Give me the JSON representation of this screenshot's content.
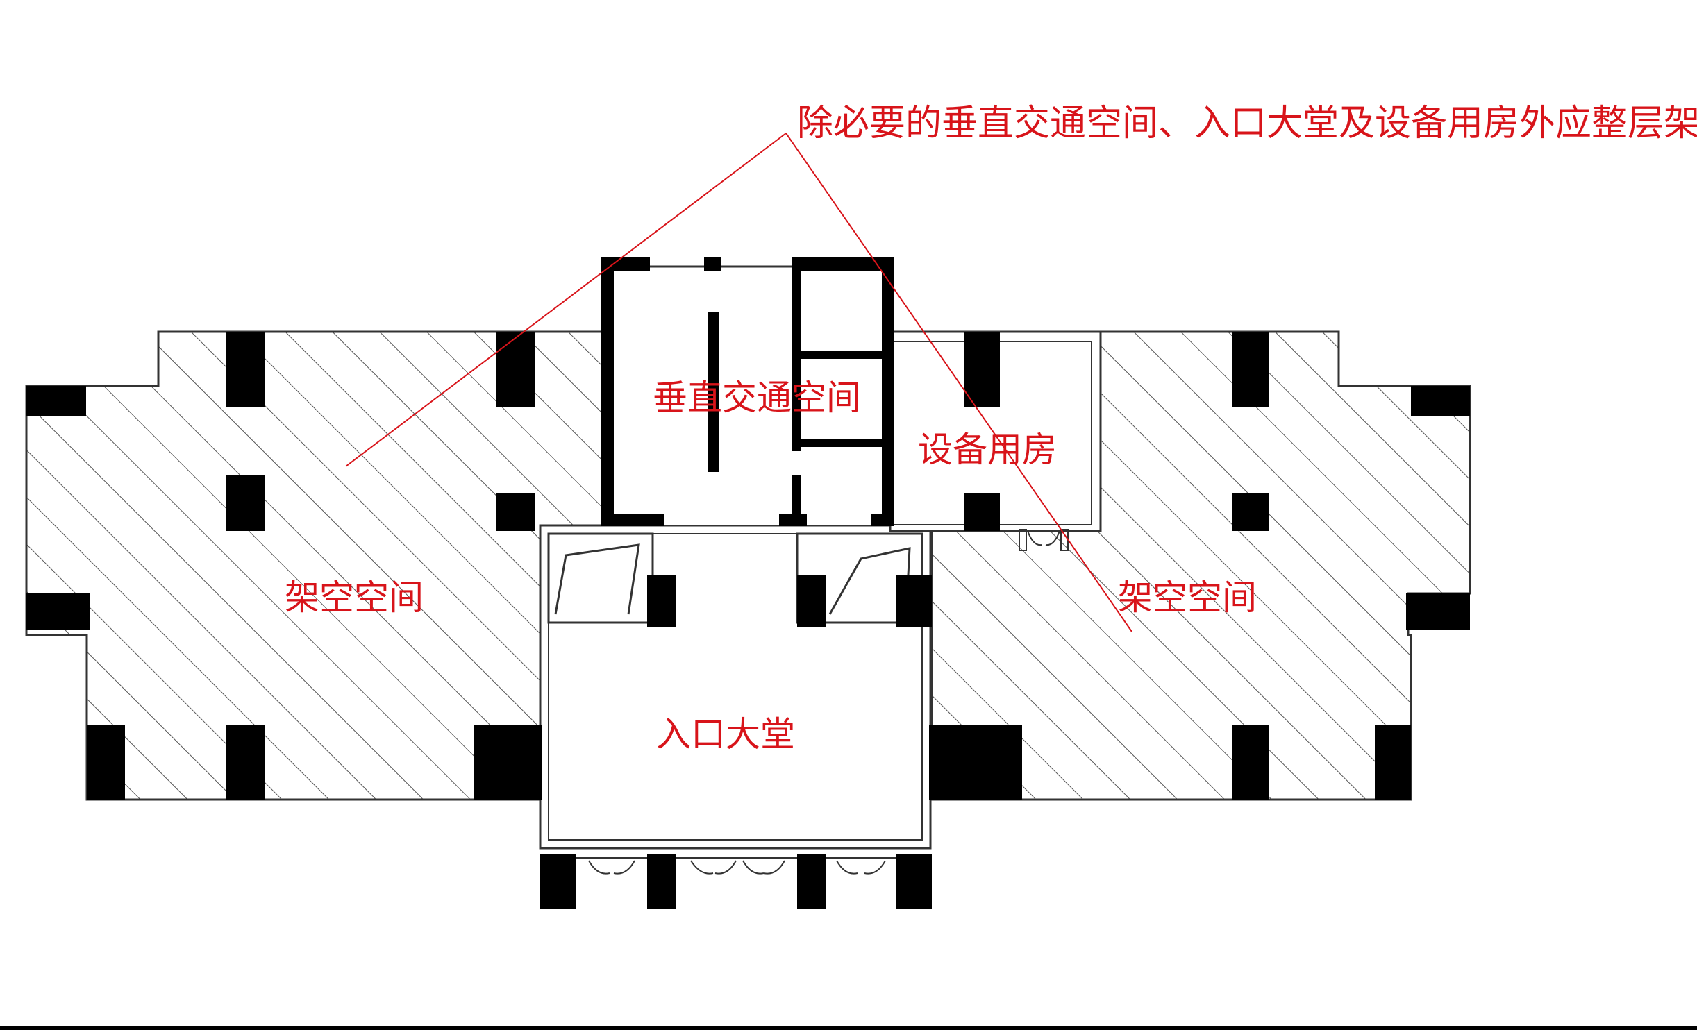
{
  "annotation": "除必要的垂直交通空间、入口大堂及设备用房外应整层架空",
  "rooms": {
    "vertical_circulation": "垂直交通空间",
    "equipment_room": "设备用房",
    "pilotis_left": "架空空间",
    "pilotis_right": "架空空间",
    "entrance_lobby": "入口大堂"
  },
  "colors": {
    "label_red": "#d8141a",
    "wall_black": "#000000",
    "hatch_gray": "#555555"
  }
}
